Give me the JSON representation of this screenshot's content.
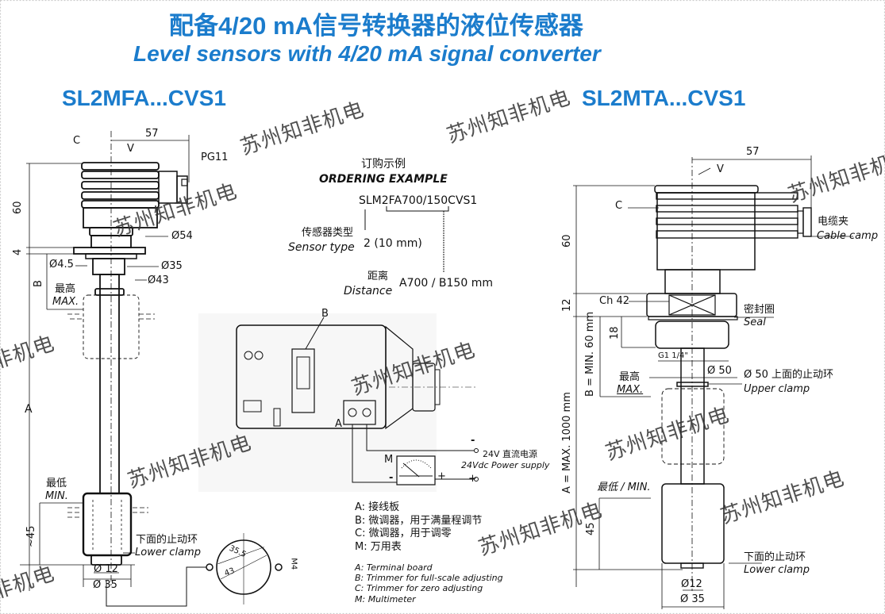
{
  "header": {
    "title_cn": "配备4/20 mA信号转换器的液位传感器",
    "title_en": "Level sensors with 4/20 mA signal converter"
  },
  "left_model": {
    "name": "SL2MFA...CVS1",
    "labels": {
      "c": "C",
      "v": "V",
      "dim_57": "57",
      "pg11": "PG11",
      "dim_60": "60",
      "dia_54": "Ø54",
      "dim_4": "4",
      "dia_4_5": "Ø4.5",
      "dia_35": "Ø35",
      "dia_43": "Ø43",
      "dim_b": "B",
      "max_cn": "最高",
      "max_en": "MAX.",
      "dim_a": "A",
      "min_cn": "最低",
      "min_en": "MIN.",
      "dim_45": "~45",
      "lower_clamp_cn": "下面的止动环",
      "lower_clamp_en": "Lower clamp",
      "dia_12": "Ø 12",
      "dia_35_bottom": "Ø 35",
      "circle_35_5": "35.5",
      "circle_43": "43",
      "circle_m4": "M4"
    }
  },
  "ordering": {
    "title_cn": "订购示例",
    "title_en": "ORDERING EXAMPLE",
    "code": "SLM2FA700/150CVS1",
    "sensor_type_cn": "传感器类型",
    "sensor_type_en": "Sensor type",
    "sensor_type_value": "2 (10 mm)",
    "distance_cn": "距离",
    "distance_en": "Distance",
    "distance_value": "A700 / B150 mm"
  },
  "circuit": {
    "label_b": "B",
    "label_a": "A",
    "label_m": "M",
    "minus": "-",
    "plus_meter": "+",
    "minus_meter": "-",
    "plus_supply": "+",
    "supply_cn": "24V 直流电源",
    "supply_en": "24Vdc Power supply"
  },
  "legend_cn": [
    "A: 接线板",
    "B: 微调器，用于满量程调节",
    "C: 微调器，用于调零",
    "M: 万用表"
  ],
  "legend_en": [
    "A: Terminal board",
    "B: Trimmer for full-scale adjusting",
    "C: Trimmer for zero adjusting",
    "M: Multimeter"
  ],
  "right_model": {
    "name": "SL2MTA...CVS1",
    "labels": {
      "dim_57": "57",
      "v": "V",
      "c": "C",
      "cable_clamp_cn": "电缆夹",
      "cable_clamp_en": "Cable camp",
      "dim_60": "60",
      "dim_12": "12",
      "ch42": "Ch 42",
      "seal_cn": "密封圈",
      "seal_en": "Seal",
      "dim_18": "18",
      "dim_b": "B = MIN. 60 mm",
      "thread": "G1 1/4\"",
      "dia_50": "Ø 50",
      "upper_clamp_cn": "Ø 50 上面的止动环",
      "upper_clamp_en": "Upper clamp",
      "max_cn": "最高",
      "max_en": "MAX.",
      "dim_a": "A = MAX. 1000 mm",
      "min_label": "最低 / MIN.",
      "dim_45": "45",
      "lower_clamp_cn": "下面的止动环",
      "lower_clamp_en": "Lower clamp",
      "dia_12": "Ø12",
      "dia_35": "Ø 35"
    }
  },
  "watermark": "苏州知非机电",
  "colors": {
    "title": "#1b7ccc",
    "line": "#111111"
  }
}
